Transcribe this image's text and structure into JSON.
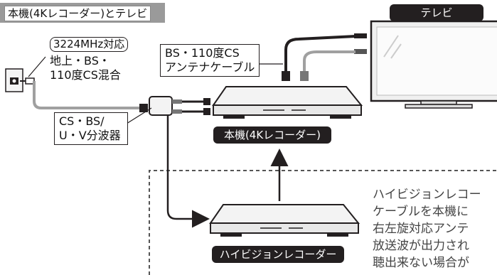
{
  "title": "本機(4Kレコーダー)とテレビ",
  "tv_label": "テレビ",
  "frequency_label": "3224MHz対応",
  "wall_outlet_label": [
    "地上・BS・",
    "110度CS混合"
  ],
  "antenna_cable_label": [
    "BS・110度CS",
    "アンテナケーブル"
  ],
  "splitter_label": [
    "CS・BS/",
    "U・V分波器"
  ],
  "main_device_label": "本機(4Kレコーダー)",
  "hd_recorder_label": "ハイビジョンレコーダー",
  "note_lines": [
    "ハイビジョンレコー",
    "ケーブルを本機に",
    "右左旋対応アンテ",
    "放送波が出力され",
    "聴出来ない場合が"
  ],
  "colors": {
    "label_fill": "#231f20",
    "title_bar": "#9a9a9a",
    "cable_gray": "#a0a0a0",
    "dashed_frame": "#555555"
  }
}
